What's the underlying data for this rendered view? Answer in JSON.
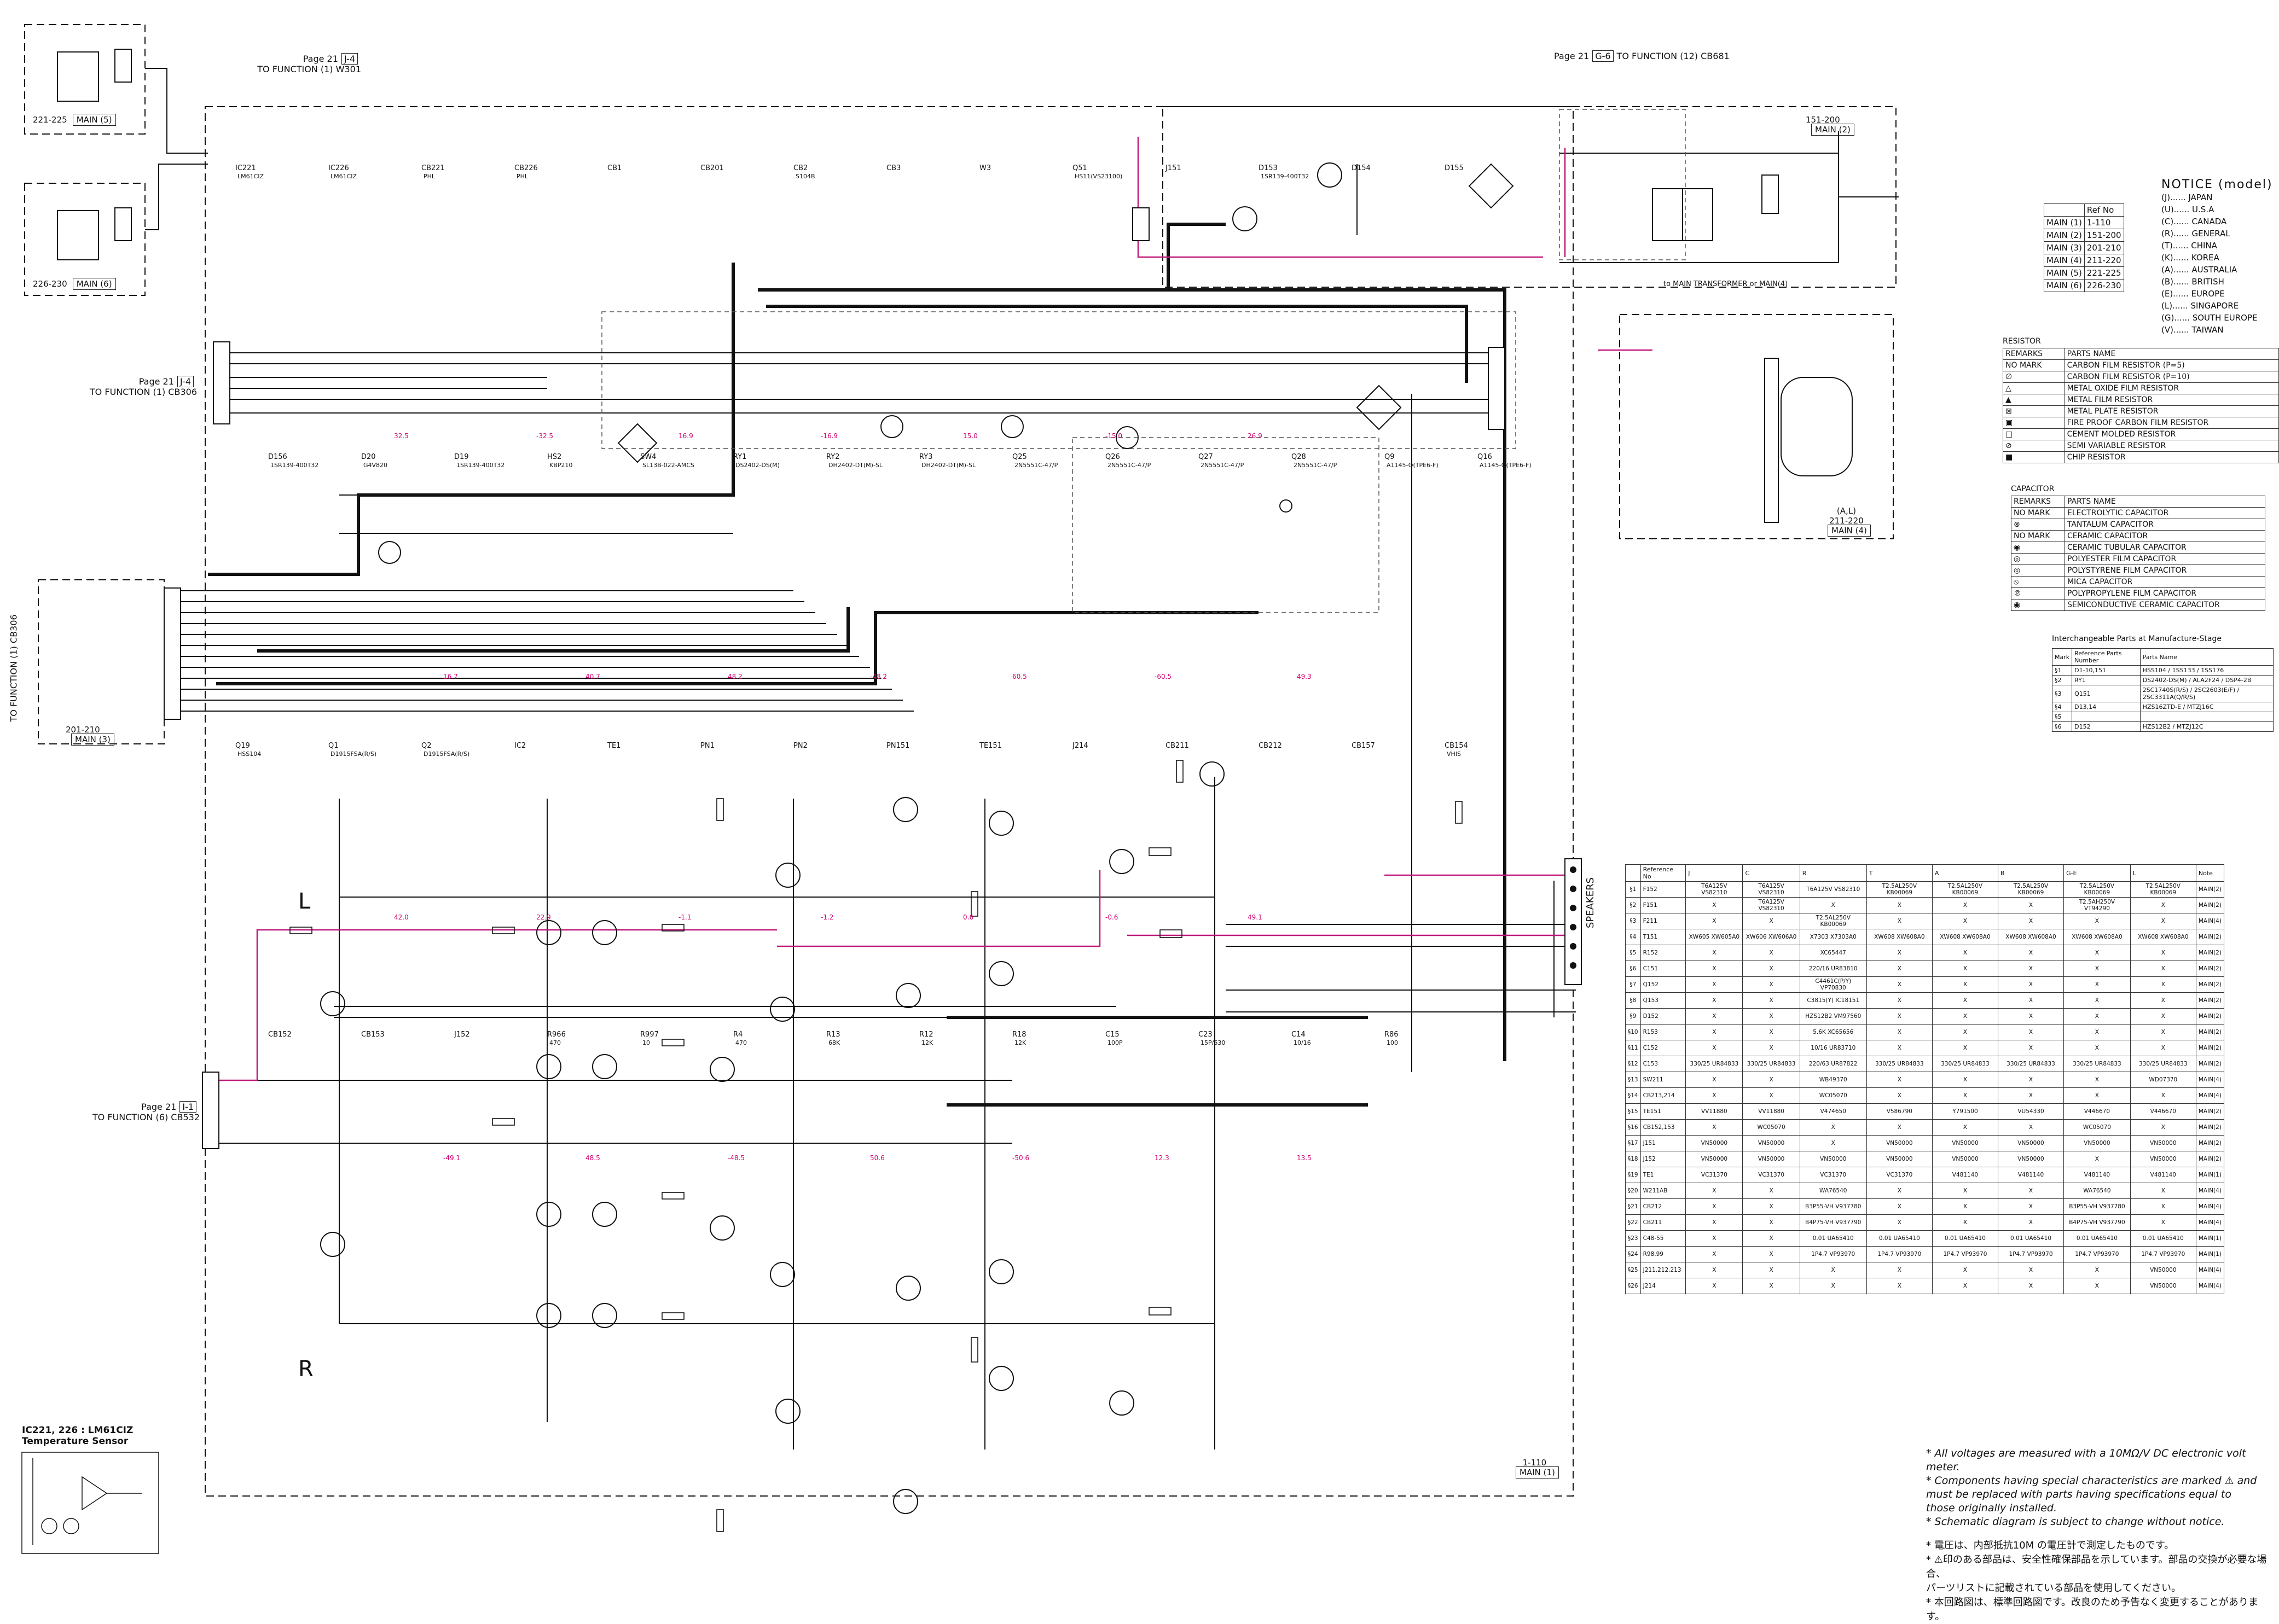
{
  "cross_refs": [
    {
      "page": "Page 21",
      "ref": "J-4",
      "to": "TO FUNCTION (1) W301"
    },
    {
      "page": "Page 21",
      "ref": "G-6",
      "to": "TO FUNCTION (12) CB681"
    },
    {
      "page": "Page 21",
      "ref": "J-4",
      "to": "TO FUNCTION (1) CB306"
    },
    {
      "page": "Page 21",
      "ref": "I-1",
      "to": "TO FUNCTION (6) CB532"
    }
  ],
  "side_label": "TO FUNCTION (1) CB306",
  "to_main_transformer": "to MAIN TRANSFORMER or MAIN(4)",
  "speakers_label": "SPEAKERS",
  "boards": [
    {
      "range": "221-225",
      "main": "MAIN (5)"
    },
    {
      "range": "226-230",
      "main": "MAIN (6)"
    },
    {
      "range": "201-210",
      "main": "MAIN (3)"
    },
    {
      "range": "151-200",
      "main": "MAIN (2)"
    },
    {
      "range": "211-220",
      "main": "MAIN (4)",
      "tag": "(A,L)"
    },
    {
      "range": "1-110",
      "main": "MAIN (1)"
    }
  ],
  "ic_title": [
    "IC221, 226 : LM61CIZ",
    "Temperature Sensor"
  ],
  "channel_labels": {
    "left": "L",
    "right": "R"
  },
  "components": [
    {
      "ref": "IC221",
      "val": "LM61CIZ"
    },
    {
      "ref": "IC226",
      "val": "LM61CIZ"
    },
    {
      "ref": "CB221",
      "val": "PHL"
    },
    {
      "ref": "CB226",
      "val": "PHL"
    },
    {
      "ref": "CB1",
      "val": ""
    },
    {
      "ref": "CB201",
      "val": ""
    },
    {
      "ref": "CB2",
      "val": "S104B"
    },
    {
      "ref": "CB3",
      "val": ""
    },
    {
      "ref": "W3",
      "val": ""
    },
    {
      "ref": "Q51",
      "val": "HS11(VS23100)"
    },
    {
      "ref": "J151",
      "val": ""
    },
    {
      "ref": "D153",
      "val": "1SR139-400T32"
    },
    {
      "ref": "D154",
      "val": ""
    },
    {
      "ref": "D155",
      "val": ""
    },
    {
      "ref": "D156",
      "val": "1SR139-400T32"
    },
    {
      "ref": "D20",
      "val": "G4V820"
    },
    {
      "ref": "D19",
      "val": "1SR139-400T32"
    },
    {
      "ref": "HS2",
      "val": "KBP210"
    },
    {
      "ref": "SW4",
      "val": "SL13B-022-AMCS"
    },
    {
      "ref": "RY1",
      "val": "DS2402-DS(M)"
    },
    {
      "ref": "RY2",
      "val": "DH2402-DT(M)-SL"
    },
    {
      "ref": "RY3",
      "val": "DH2402-DT(M)-SL"
    },
    {
      "ref": "Q25",
      "val": "2N5551C-47/P"
    },
    {
      "ref": "Q26",
      "val": "2N5551C-47/P"
    },
    {
      "ref": "Q27",
      "val": "2N5551C-47/P"
    },
    {
      "ref": "Q28",
      "val": "2N5551C-47/P"
    },
    {
      "ref": "Q9",
      "val": "A1145-O(TPE6-F)"
    },
    {
      "ref": "Q16",
      "val": "A1145-O(TPE6-F)"
    },
    {
      "ref": "Q19",
      "val": "HSS104"
    },
    {
      "ref": "Q1",
      "val": "D1915FSA(R/S)"
    },
    {
      "ref": "Q2",
      "val": "D1915FSA(R/S)"
    },
    {
      "ref": "IC2",
      "val": ""
    },
    {
      "ref": "TE1",
      "val": ""
    },
    {
      "ref": "PN1",
      "val": ""
    },
    {
      "ref": "PN2",
      "val": ""
    },
    {
      "ref": "PN151",
      "val": ""
    },
    {
      "ref": "TE151",
      "val": ""
    },
    {
      "ref": "J214",
      "val": ""
    },
    {
      "ref": "CB211",
      "val": ""
    },
    {
      "ref": "CB212",
      "val": ""
    },
    {
      "ref": "CB157",
      "val": ""
    },
    {
      "ref": "CB154",
      "val": "VHIS"
    },
    {
      "ref": "CB152",
      "val": ""
    },
    {
      "ref": "CB153",
      "val": ""
    },
    {
      "ref": "J152",
      "val": ""
    },
    {
      "ref": "R966",
      "val": "470"
    },
    {
      "ref": "R997",
      "val": "10"
    },
    {
      "ref": "R4",
      "val": "470"
    },
    {
      "ref": "R13",
      "val": "68K"
    },
    {
      "ref": "R12",
      "val": "12K"
    },
    {
      "ref": "R18",
      "val": "12K"
    },
    {
      "ref": "C15",
      "val": "100P"
    },
    {
      "ref": "C23",
      "val": "15P/630"
    },
    {
      "ref": "C14",
      "val": "10/16"
    },
    {
      "ref": "R86",
      "val": "100"
    }
  ],
  "voltages": [
    "32.5",
    "-32.5",
    "16.9",
    "-16.9",
    "15.0",
    "-15.0",
    "26.9",
    "16.7",
    "40.7",
    "48.2",
    "-48.2",
    "60.5",
    "-60.5",
    "49.3",
    "42.0",
    "22.9",
    "-1.1",
    "-1.2",
    "0.6",
    "-0.6",
    "49.1",
    "-49.1",
    "48.5",
    "-48.5",
    "50.6",
    "-50.6",
    "12.3",
    "13.5"
  ],
  "notice": {
    "title": "NOTICE (model)",
    "models": [
      "(J)...... JAPAN",
      "(U)...... U.S.A",
      "(C)...... CANADA",
      "(R)...... GENERAL",
      "(T)...... CHINA",
      "(K)...... KOREA",
      "(A)...... AUSTRALIA",
      "(B)...... BRITISH",
      "(E)...... EUROPE",
      "(L)...... SINGAPORE",
      "(G)...... SOUTH EUROPE",
      "(V)...... TAIWAN"
    ]
  },
  "ref_table": {
    "header": [
      "",
      "Ref No"
    ],
    "rows": [
      [
        "MAIN (1)",
        "1-110"
      ],
      [
        "MAIN (2)",
        "151-200"
      ],
      [
        "MAIN (3)",
        "201-210"
      ],
      [
        "MAIN (4)",
        "211-220"
      ],
      [
        "MAIN (5)",
        "221-225"
      ],
      [
        "MAIN (6)",
        "226-230"
      ]
    ]
  },
  "resistor": {
    "title": "RESISTOR",
    "header": [
      "REMARKS",
      "PARTS NAME"
    ],
    "rows": [
      [
        "NO MARK",
        "CARBON FILM RESISTOR (P=5)"
      ],
      [
        "∅",
        "CARBON FILM RESISTOR (P=10)"
      ],
      [
        "△",
        "METAL OXIDE FILM RESISTOR"
      ],
      [
        "▲",
        "METAL FILM RESISTOR"
      ],
      [
        "⊠",
        "METAL PLATE RESISTOR"
      ],
      [
        "▣",
        "FIRE PROOF CARBON FILM RESISTOR"
      ],
      [
        "□",
        "CEMENT MOLDED RESISTOR"
      ],
      [
        "⊘",
        "SEMI VARIABLE RESISTOR"
      ],
      [
        "■",
        "CHIP RESISTOR"
      ]
    ]
  },
  "capacitor": {
    "title": "CAPACITOR",
    "header": [
      "REMARKS",
      "PARTS NAME"
    ],
    "rows": [
      [
        "NO MARK",
        "ELECTROLYTIC CAPACITOR"
      ],
      [
        "⊗",
        "TANTALUM CAPACITOR"
      ],
      [
        "NO MARK",
        "CERAMIC CAPACITOR"
      ],
      [
        "◉",
        "CERAMIC TUBULAR CAPACITOR"
      ],
      [
        "◎",
        "POLYESTER FILM CAPACITOR"
      ],
      [
        "◎",
        "POLYSTYRENE FILM CAPACITOR"
      ],
      [
        "⦸",
        "MICA CAPACITOR"
      ],
      [
        "℗",
        "POLYPROPYLENE FILM CAPACITOR"
      ],
      [
        "◉",
        "SEMICONDUCTIVE CERAMIC CAPACITOR"
      ]
    ]
  },
  "interchangeable": {
    "title": "Interchangeable Parts at Manufacture-Stage",
    "header": [
      "Mark",
      "Reference Parts Number",
      "Parts Name"
    ],
    "rows": [
      [
        "§1",
        "D1-10,151",
        "HSS104 / 1SS133 / 1SS176"
      ],
      [
        "§2",
        "RY1",
        "DS2402-DS(M) / ALA2F24 / DSP4-2B"
      ],
      [
        "§3",
        "Q151",
        "2SC1740S(R/S) / 2SC2603(E/F) / 2SC3311A(Q/R/S)"
      ],
      [
        "§4",
        "D13,14",
        "HZS16ZTD-E / MTZJ16C"
      ],
      [
        "§5",
        "",
        ""
      ],
      [
        "§6",
        "D152",
        "HZS12B2 / MTZJ12C"
      ]
    ]
  },
  "iface_table": {
    "header": [
      "",
      "Reference No",
      "J",
      "C",
      "R",
      "T",
      "A",
      "B",
      "G-E",
      "L",
      "Note"
    ],
    "rows": [
      [
        "§1",
        "F152",
        "T6A125V VS82310",
        "T6A125V VS82310",
        "T6A125V VS82310",
        "T2.5AL250V KB00069",
        "T2.5AL250V KB00069",
        "T2.5AL250V KB00069",
        "T2.5AL250V KB00069",
        "T2.5AL250V KB00069",
        "MAIN(2)"
      ],
      [
        "§2",
        "F151",
        "X",
        "T6A125V VS82310",
        "X",
        "X",
        "X",
        "X",
        "T2.5AH250V VT94290",
        "X",
        "MAIN(2)"
      ],
      [
        "§3",
        "F211",
        "X",
        "X",
        "T2.5AL250V KB00069",
        "X",
        "X",
        "X",
        "X",
        "X",
        "MAIN(4)"
      ],
      [
        "§4",
        "T151",
        "XW605 XW605A0",
        "XW606 XW606A0",
        "X7303 X7303A0",
        "XW608 XW608A0",
        "XW608 XW608A0",
        "XW608 XW608A0",
        "XW608 XW608A0",
        "XW608 XW608A0",
        "MAIN(2)"
      ],
      [
        "§5",
        "R152",
        "X",
        "X",
        "XC65447",
        "X",
        "X",
        "X",
        "X",
        "X",
        "MAIN(2)"
      ],
      [
        "§6",
        "C151",
        "X",
        "X",
        "220/16 UR83810",
        "X",
        "X",
        "X",
        "X",
        "X",
        "MAIN(2)"
      ],
      [
        "§7",
        "Q152",
        "X",
        "X",
        "C4461C(P/Y) VP70830",
        "X",
        "X",
        "X",
        "X",
        "X",
        "MAIN(2)"
      ],
      [
        "§8",
        "Q153",
        "X",
        "X",
        "C3815(Y) IC18151",
        "X",
        "X",
        "X",
        "X",
        "X",
        "MAIN(2)"
      ],
      [
        "§9",
        "D152",
        "X",
        "X",
        "HZS12B2 VM97560",
        "X",
        "X",
        "X",
        "X",
        "X",
        "MAIN(2)"
      ],
      [
        "§10",
        "R153",
        "X",
        "X",
        "5.6K XC65656",
        "X",
        "X",
        "X",
        "X",
        "X",
        "MAIN(2)"
      ],
      [
        "§11",
        "C152",
        "X",
        "X",
        "10/16 UR83710",
        "X",
        "X",
        "X",
        "X",
        "X",
        "MAIN(2)"
      ],
      [
        "§12",
        "C153",
        "330/25 UR84833",
        "330/25 UR84833",
        "220/63 UR87822",
        "330/25 UR84833",
        "330/25 UR84833",
        "330/25 UR84833",
        "330/25 UR84833",
        "330/25 UR84833",
        "MAIN(2)"
      ],
      [
        "§13",
        "SW211",
        "X",
        "X",
        "WB49370",
        "X",
        "X",
        "X",
        "X",
        "WD07370",
        "MAIN(4)"
      ],
      [
        "§14",
        "CB213,214",
        "X",
        "X",
        "WC05070",
        "X",
        "X",
        "X",
        "X",
        "X",
        "MAIN(4)"
      ],
      [
        "§15",
        "TE151",
        "VV11880",
        "VV11880",
        "V474650",
        "V586790",
        "Y791500",
        "VU54330",
        "V446670",
        "V446670",
        "MAIN(2)"
      ],
      [
        "§16",
        "CB152,153",
        "X",
        "WC05070",
        "X",
        "X",
        "X",
        "X",
        "WC05070",
        "X",
        "MAIN(2)"
      ],
      [
        "§17",
        "J151",
        "VN50000",
        "VN50000",
        "X",
        "VN50000",
        "VN50000",
        "VN50000",
        "VN50000",
        "VN50000",
        "MAIN(2)"
      ],
      [
        "§18",
        "J152",
        "VN50000",
        "VN50000",
        "VN50000",
        "VN50000",
        "VN50000",
        "VN50000",
        "X",
        "VN50000",
        "MAIN(2)"
      ],
      [
        "§19",
        "TE1",
        "VC31370",
        "VC31370",
        "VC31370",
        "VC31370",
        "V481140",
        "V481140",
        "V481140",
        "V481140",
        "MAIN(1)"
      ],
      [
        "§20",
        "W211AB",
        "X",
        "X",
        "WA76540",
        "X",
        "X",
        "X",
        "WA76540",
        "X",
        "MAIN(4)"
      ],
      [
        "§21",
        "CB212",
        "X",
        "X",
        "B3P55-VH V937780",
        "X",
        "X",
        "X",
        "B3P55-VH V937780",
        "X",
        "MAIN(4)"
      ],
      [
        "§22",
        "CB211",
        "X",
        "X",
        "B4P75-VH V937790",
        "X",
        "X",
        "X",
        "B4P75-VH V937790",
        "X",
        "MAIN(4)"
      ],
      [
        "§23",
        "C48-55",
        "X",
        "X",
        "0.01 UA65410",
        "0.01 UA65410",
        "0.01 UA65410",
        "0.01 UA65410",
        "0.01 UA65410",
        "0.01 UA65410",
        "MAIN(1)"
      ],
      [
        "§24",
        "R98,99",
        "X",
        "X",
        "1P4.7 VP93970",
        "1P4.7 VP93970",
        "1P4.7 VP93970",
        "1P4.7 VP93970",
        "1P4.7 VP93970",
        "1P4.7 VP93970",
        "MAIN(1)"
      ],
      [
        "§25",
        "J211,212,213",
        "X",
        "X",
        "X",
        "X",
        "X",
        "X",
        "X",
        "VN50000",
        "MAIN(4)"
      ],
      [
        "§26",
        "J214",
        "X",
        "X",
        "X",
        "X",
        "X",
        "X",
        "X",
        "VN50000",
        "MAIN(4)"
      ]
    ]
  },
  "notes_en": [
    "* All voltages are measured with a 10MΩ/V DC electronic volt meter.",
    "* Components having special characteristics are marked ⚠ and",
    "  must be replaced with parts having specifications equal to",
    "  those originally installed.",
    "* Schematic diagram is subject to change without notice."
  ],
  "notes_ja": [
    "* 電圧は、内部抵抗10M の電圧計で測定したものです。",
    "* ⚠印のある部品は、安全性確保部品を示しています。部品の交換が必要な場合、",
    "  パーツリストに記載されている部品を使用してください。",
    "* 本回路図は、標準回路図です。改良のため予告なく変更することがあります。"
  ]
}
